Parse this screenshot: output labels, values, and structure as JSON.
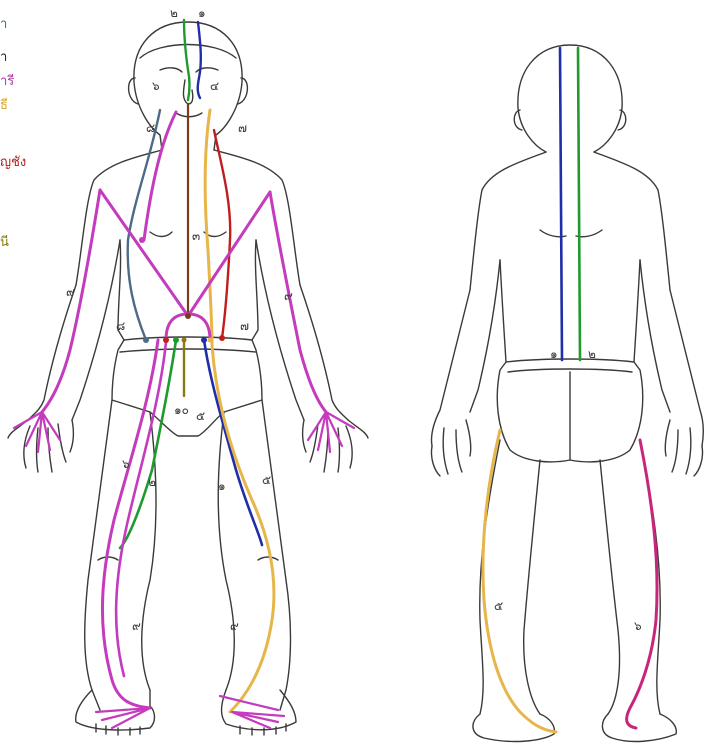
{
  "legend_fragments": [
    {
      "text": "า",
      "color": "#2e8b2e"
    },
    {
      "text": "า",
      "color": "#222222"
    },
    {
      "text": "ารี",
      "color": "#b03aa8"
    },
    {
      "text": "ธี",
      "color": "#d9a531"
    },
    {
      "text": "ญชัง",
      "color": "#b01e1e"
    },
    {
      "text": "นี",
      "color": "#8a7a10"
    }
  ],
  "channel_numbers": {
    "n1": "๑",
    "n2": "๒",
    "n3": "๓",
    "n4": "๔",
    "n5": "๕",
    "n6": "๖",
    "n7": "๗",
    "n8": "๘",
    "n9": "๙",
    "n10": "๑๐"
  },
  "colors": {
    "outline": "#3a3a3a",
    "green": "#1f9a2e",
    "blue": "#1f2fa8",
    "magenta": "#c43bbd",
    "pink": "#c8267a",
    "yellow": "#e7b64a",
    "brown": "#7a3b1e",
    "red": "#c01e1e",
    "slate": "#4d6b86",
    "olive": "#8a7a10"
  }
}
